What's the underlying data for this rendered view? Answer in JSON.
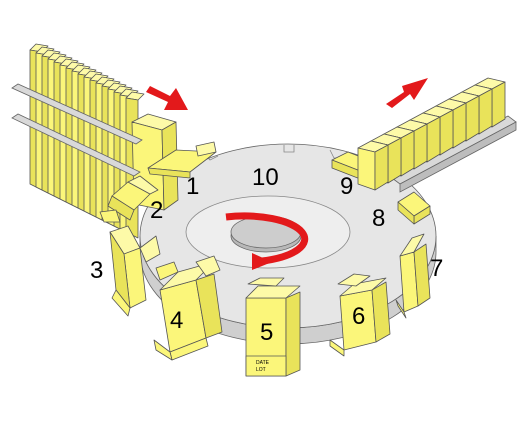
{
  "diagram": {
    "station_numbers": [
      "1",
      "2",
      "3",
      "4",
      "5",
      "6",
      "7",
      "8",
      "9",
      "10"
    ],
    "box_print_lines": [
      "DATE",
      "LOT"
    ],
    "colors": {
      "carton": "#fbf67a",
      "carton_dark": "#e9e35a",
      "table": "#e6e6e6",
      "hub": "#c8c8c8",
      "arrow": "#e3191b"
    },
    "icons": [
      "infeed-arrow-icon",
      "outfeed-arrow-icon",
      "rotation-arrow-icon"
    ]
  }
}
